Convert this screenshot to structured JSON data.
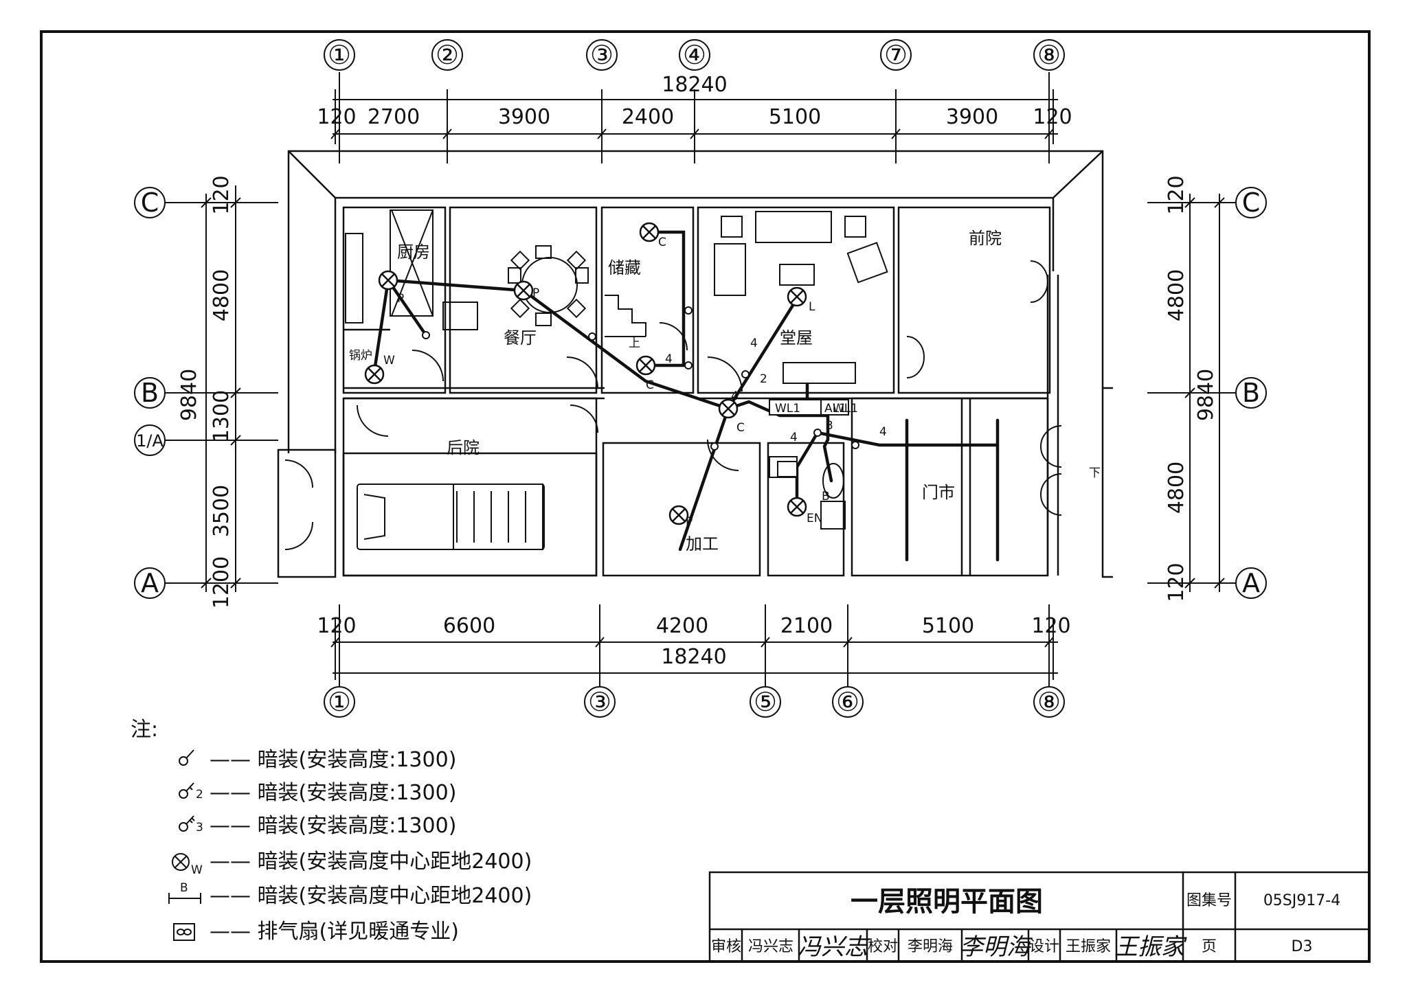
{
  "axes_top": [
    "①",
    "②",
    "③",
    "④",
    "⑦",
    "⑧"
  ],
  "axes_bottom": [
    "①",
    "③",
    "⑤",
    "⑥",
    "⑧"
  ],
  "axes_left": [
    "C",
    "B",
    "1/A",
    "A"
  ],
  "axes_right": [
    "C",
    "B",
    "A"
  ],
  "dims_top": {
    "overall": "18240",
    "segments": [
      "120",
      "2700",
      "3900",
      "2400",
      "5100",
      "3900",
      "120"
    ]
  },
  "dims_bottom": {
    "segments": [
      "120",
      "6600",
      "4200",
      "2100",
      "5100",
      "120"
    ],
    "overall": "18240"
  },
  "dims_left": {
    "overall": "9840",
    "segments": [
      "120",
      "4800",
      "1300",
      "3500",
      "1200"
    ]
  },
  "dims_right": {
    "overall": "9840",
    "segments": [
      "120",
      "4800",
      "4800",
      "120"
    ]
  },
  "rooms": {
    "kitchen": "厨房",
    "boiler": "锅炉",
    "dining": "餐厅",
    "storage": "储藏",
    "hall": "堂屋",
    "front_yard": "前院",
    "back_yard": "后院",
    "processing": "加工",
    "shop": "门市"
  },
  "fixture_labels": {
    "p": "P",
    "c": "C",
    "l": "L",
    "w": "W",
    "b": "B",
    "en": "EN",
    "four": "4",
    "two": "2",
    "three": "3",
    "wl1": "WL1",
    "al1": "AL1",
    "up": "上",
    "down": "下"
  },
  "notes": {
    "heading": "注:",
    "items": [
      "—— 暗装(安装高度:1300)",
      "—— 暗装(安装高度:1300)",
      "—— 暗装(安装高度:1300)",
      "—— 暗装(安装高度中心距地2400)",
      "—— 暗装(安装高度中心距地2400)",
      "—— 排气扇(详见暖通专业)"
    ],
    "symbol_w": "W",
    "symbol_b": "B",
    "symbol_2": "2",
    "symbol_3": "3"
  },
  "title_block": {
    "title": "一层照明平面图",
    "atlas_label": "图集号",
    "atlas_no": "05SJ917-4",
    "review_label": "审核",
    "reviewer": "冯兴志",
    "reviewer_sig": "冯兴志",
    "check_label": "校对",
    "checker": "李明海",
    "checker_sig": "李明海",
    "design_label": "设计",
    "designer": "王振家",
    "designer_sig": "王振家",
    "page_label": "页",
    "page_no": "D3"
  }
}
